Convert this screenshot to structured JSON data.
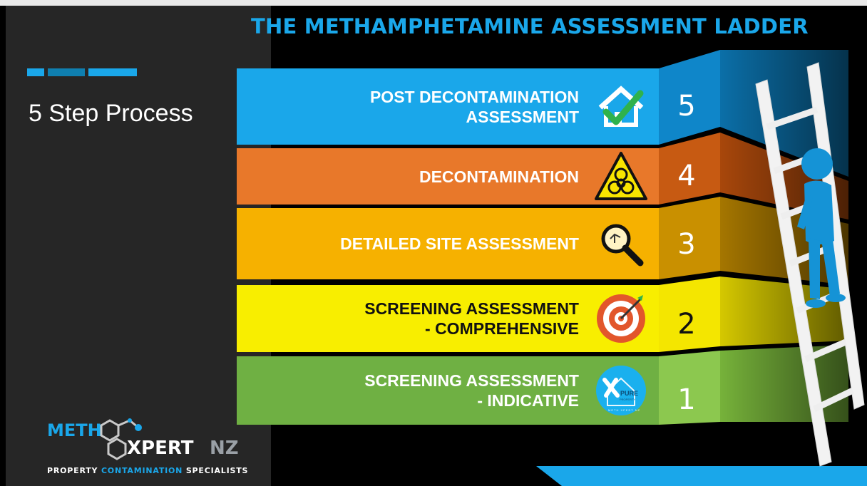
{
  "slide": {
    "title": "THE METHAMPHETAMINE ASSESSMENT LADDER",
    "subtitle": "5 Step Process"
  },
  "steps": [
    {
      "number": "5",
      "label": "POST DECONTAMINATION\nASSESSMENT",
      "color": "#1aa7ea",
      "icon": "house-check-icon"
    },
    {
      "number": "4",
      "label": "DECONTAMINATION",
      "color": "#e8782a",
      "icon": "biohazard-icon"
    },
    {
      "number": "3",
      "label": "DETAILED SITE ASSESSMENT",
      "color": "#f6b100",
      "icon": "magnifier-icon"
    },
    {
      "number": "2",
      "label": "SCREENING ASSESSMENT\n- COMPREHENSIVE",
      "color": "#f8ee00",
      "icon": "target-icon"
    },
    {
      "number": "1",
      "label": "SCREENING ASSESSMENT\n- INDICATIVE",
      "color": "#6fb043",
      "icon": "pure-property-icon"
    }
  ],
  "pure_property_badge": {
    "line1": "PURE",
    "line2": "PROPERTY",
    "ring": "METH XPERT NZ"
  },
  "logo": {
    "meth": "METH",
    "xpert": "XPERT",
    "nz": "NZ",
    "tagline_start": "PROPERTY ",
    "tagline_highlight": "CONTAMINATION",
    "tagline_end": " SPECIALISTS"
  },
  "colors": {
    "accent": "#1aa7ea",
    "panel": "#262626",
    "background": "#000000"
  }
}
